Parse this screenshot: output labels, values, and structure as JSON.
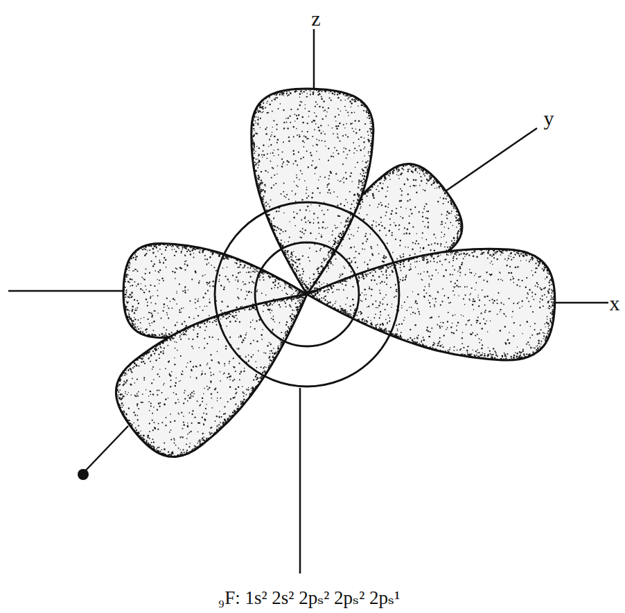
{
  "diagram": {
    "caption": "₉F: 1s² 2s² 2pₛ² 2pₛ² 2pₛ¹",
    "labels": [
      "z",
      "y",
      "x"
    ]
  }
}
